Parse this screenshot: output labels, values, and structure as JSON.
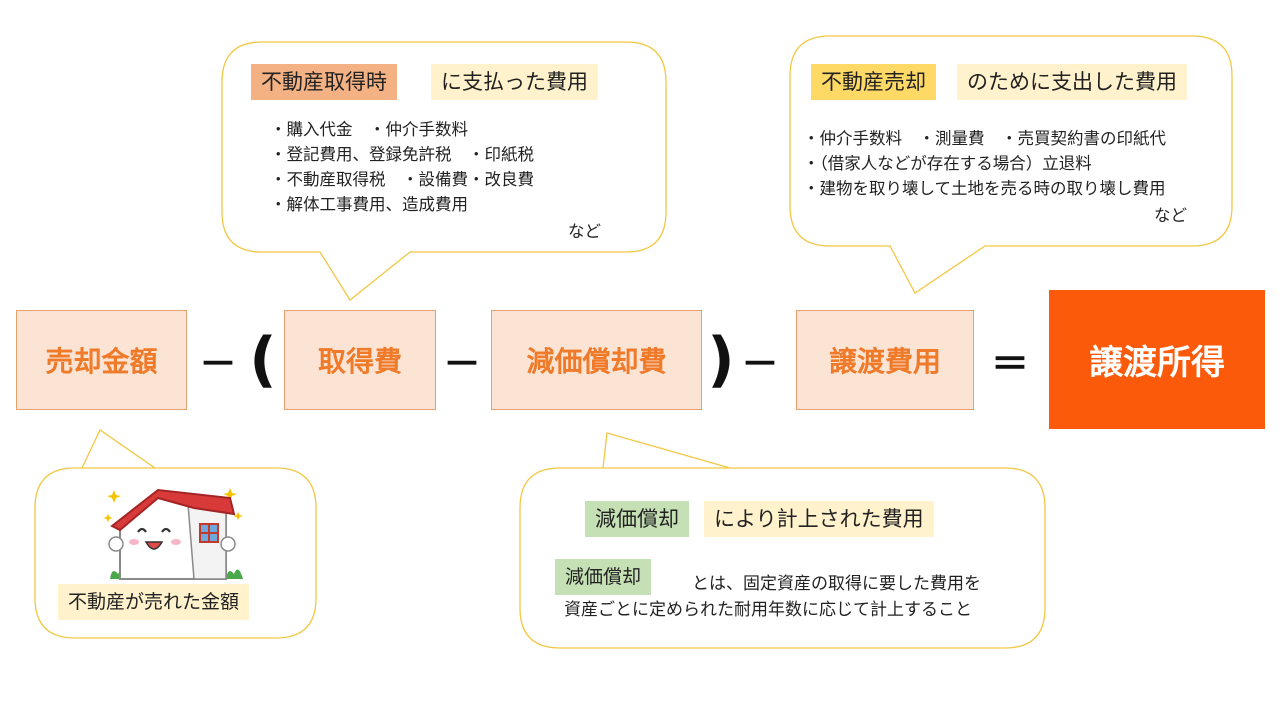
{
  "formula": {
    "term_sale": "売却金額",
    "op_minus_1": "－",
    "paren_open": "(",
    "term_acquisition": "取得費",
    "op_minus_2": "－",
    "term_depreciation": "減価償却費",
    "paren_close": ")",
    "op_minus_3": "－",
    "term_transfer_cost": "譲渡費用",
    "op_equals": "＝",
    "result": "譲渡所得"
  },
  "acquisition_note": {
    "highlight": "不動産取得時",
    "title_rest": "に支払った費用",
    "lines": [
      "・購入代金　・仲介手数料",
      "・登記費用、登録免許税　・印紙税",
      "・不動産取得税　・設備費・改良費",
      "・解体工事費用、造成費用"
    ],
    "etc": "など"
  },
  "transfer_note": {
    "highlight": "不動産売却",
    "title_rest": "のために支出した費用",
    "lines": [
      "・仲介手数料　・測量費　・売買契約書の印紙代",
      "・（借家人などが存在する場合）立退料",
      "・建物を取り壊して土地を売る時の取り壊し費用"
    ],
    "etc": "など"
  },
  "sale_note": {
    "label": "不動産が売れた金額",
    "illustration": "house-icon"
  },
  "depreciation_note": {
    "highlight": "減価償却",
    "title_rest": "により計上された費用",
    "def_term": "減価償却",
    "def_line1": "とは、固定資産の取得に要した費用を",
    "def_line2": "資産ごとに定められた耐用年数に応じて計上すること"
  },
  "colors": {
    "box_fill": "#fce4d4",
    "box_border": "#e8a070",
    "box_text": "#ee7a2a",
    "result_fill": "#fa5a0a",
    "bubble_border": "#f2c744",
    "tag_orange": "#f4b183",
    "tag_yellow": "#ffd966",
    "tag_green": "#c5e0b4",
    "tag_cream": "#fff2cc"
  }
}
